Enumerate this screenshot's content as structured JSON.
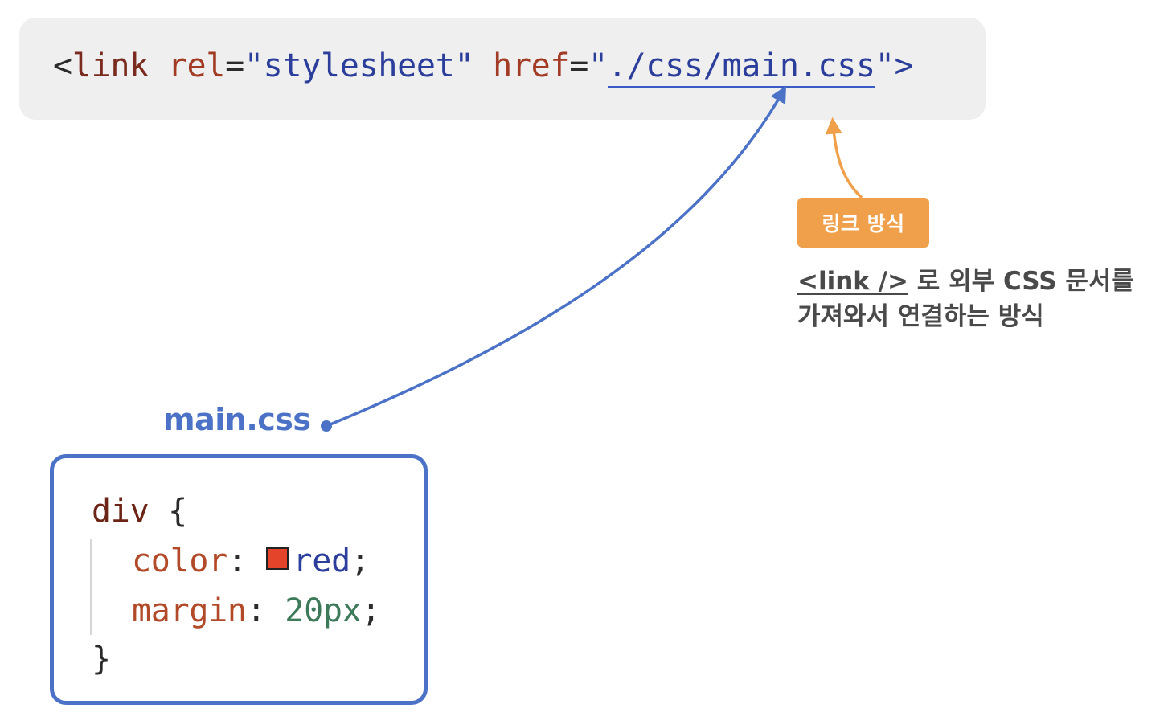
{
  "code_top": {
    "lt": "<",
    "tag": "link",
    "attr_rel": "rel",
    "eq1": "=",
    "val_rel": "\"stylesheet\"",
    "attr_href": "href",
    "eq2": "=",
    "quote_open": "\"",
    "href_path": "./css/main.css",
    "quote_close_gt": "\">"
  },
  "badge": {
    "label": "링크 방식"
  },
  "description": {
    "tag_text": "<link />",
    "line1_rest": " 로 외부 CSS 문서를",
    "line2": "가져와서 연결하는 방식"
  },
  "file": {
    "name": "main.css"
  },
  "css_code": {
    "selector": "div",
    "open_brace": " {",
    "prop1": "color",
    "colon1": ": ",
    "val1": "red",
    "semi1": ";",
    "prop2": "margin",
    "colon2": ": ",
    "val2": "20px",
    "semi2": ";",
    "close_brace": "}"
  },
  "colors": {
    "arrow_blue": "#4b72c6",
    "arrow_orange": "#f0a04b",
    "swatch_red": "#e4452a"
  }
}
